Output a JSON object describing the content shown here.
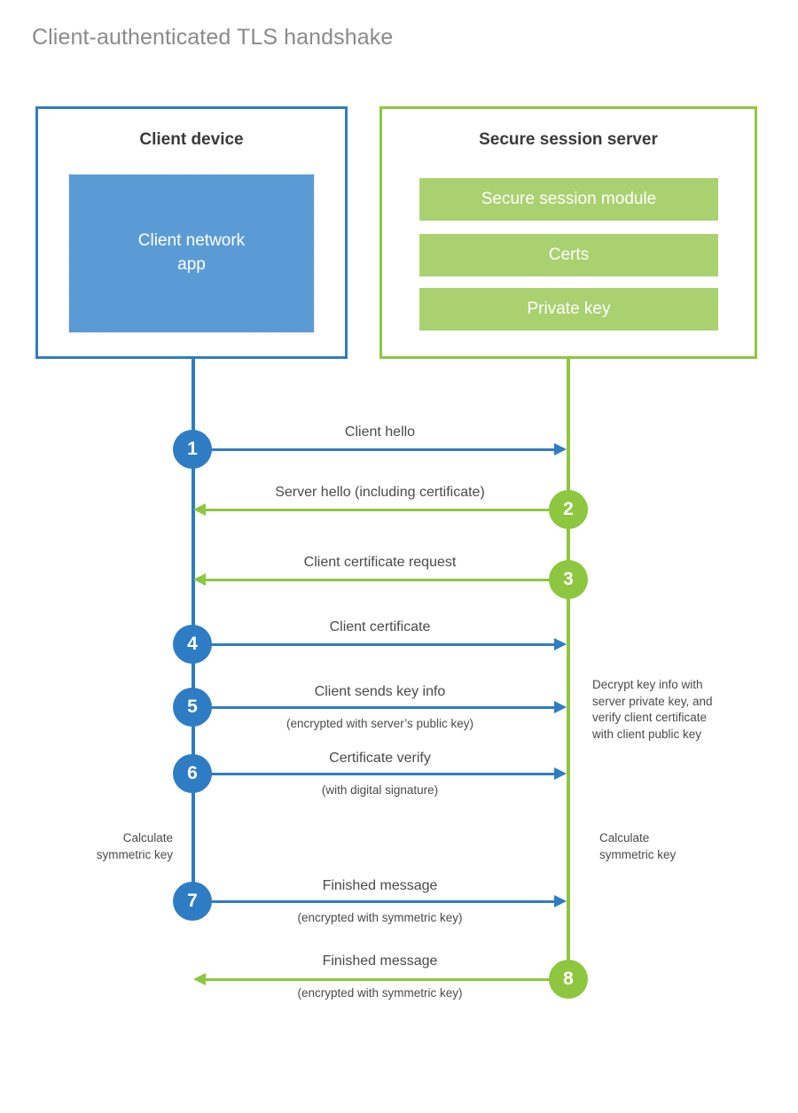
{
  "title": "Client-authenticated TLS handshake",
  "actors": {
    "client": {
      "title": "Client device",
      "app_label": "Client network\napp"
    },
    "server": {
      "title": "Secure session server",
      "bars": [
        {
          "label": "Secure session module"
        },
        {
          "label": "Certs"
        },
        {
          "label": "Private key"
        }
      ]
    }
  },
  "messages": [
    {
      "number": "1",
      "label": "Client hello",
      "sub": "",
      "direction": "client-to-server",
      "color": "blue"
    },
    {
      "number": "2",
      "label": "Server hello (including certificate)",
      "sub": "",
      "direction": "server-to-client",
      "color": "green"
    },
    {
      "number": "3",
      "label": "Client certificate request",
      "sub": "",
      "direction": "server-to-client",
      "color": "green"
    },
    {
      "number": "4",
      "label": "Client certificate",
      "sub": "",
      "direction": "client-to-server",
      "color": "blue"
    },
    {
      "number": "5",
      "label": "Client sends key info",
      "sub": "(encrypted with server’s public key)",
      "direction": "client-to-server",
      "color": "blue"
    },
    {
      "number": "6",
      "label": "Certificate verify",
      "sub": "(with digital signature)",
      "direction": "client-to-server",
      "color": "blue"
    },
    {
      "number": "7",
      "label": "Finished message",
      "sub": "(encrypted with symmetric key)",
      "direction": "client-to-server",
      "color": "blue"
    },
    {
      "number": "8",
      "label": "Finished message",
      "sub": "(encrypted with symmetric key)",
      "direction": "server-to-client",
      "color": "green"
    }
  ],
  "notes": {
    "server_decrypt": "Decrypt key info with\nserver private key, and\nverify client certificate\nwith client public key",
    "client_calc": "Calculate\nsymmetric key",
    "server_calc": "Calculate\nsymmetric key"
  },
  "colors": {
    "client_accent": "#2E7DC4",
    "server_accent": "#8DC63F",
    "client_app_fill": "#5B9BD5",
    "server_bar_fill": "#A9D170",
    "title_text": "#8A8A8A",
    "body_text": "#4A4A4A"
  }
}
